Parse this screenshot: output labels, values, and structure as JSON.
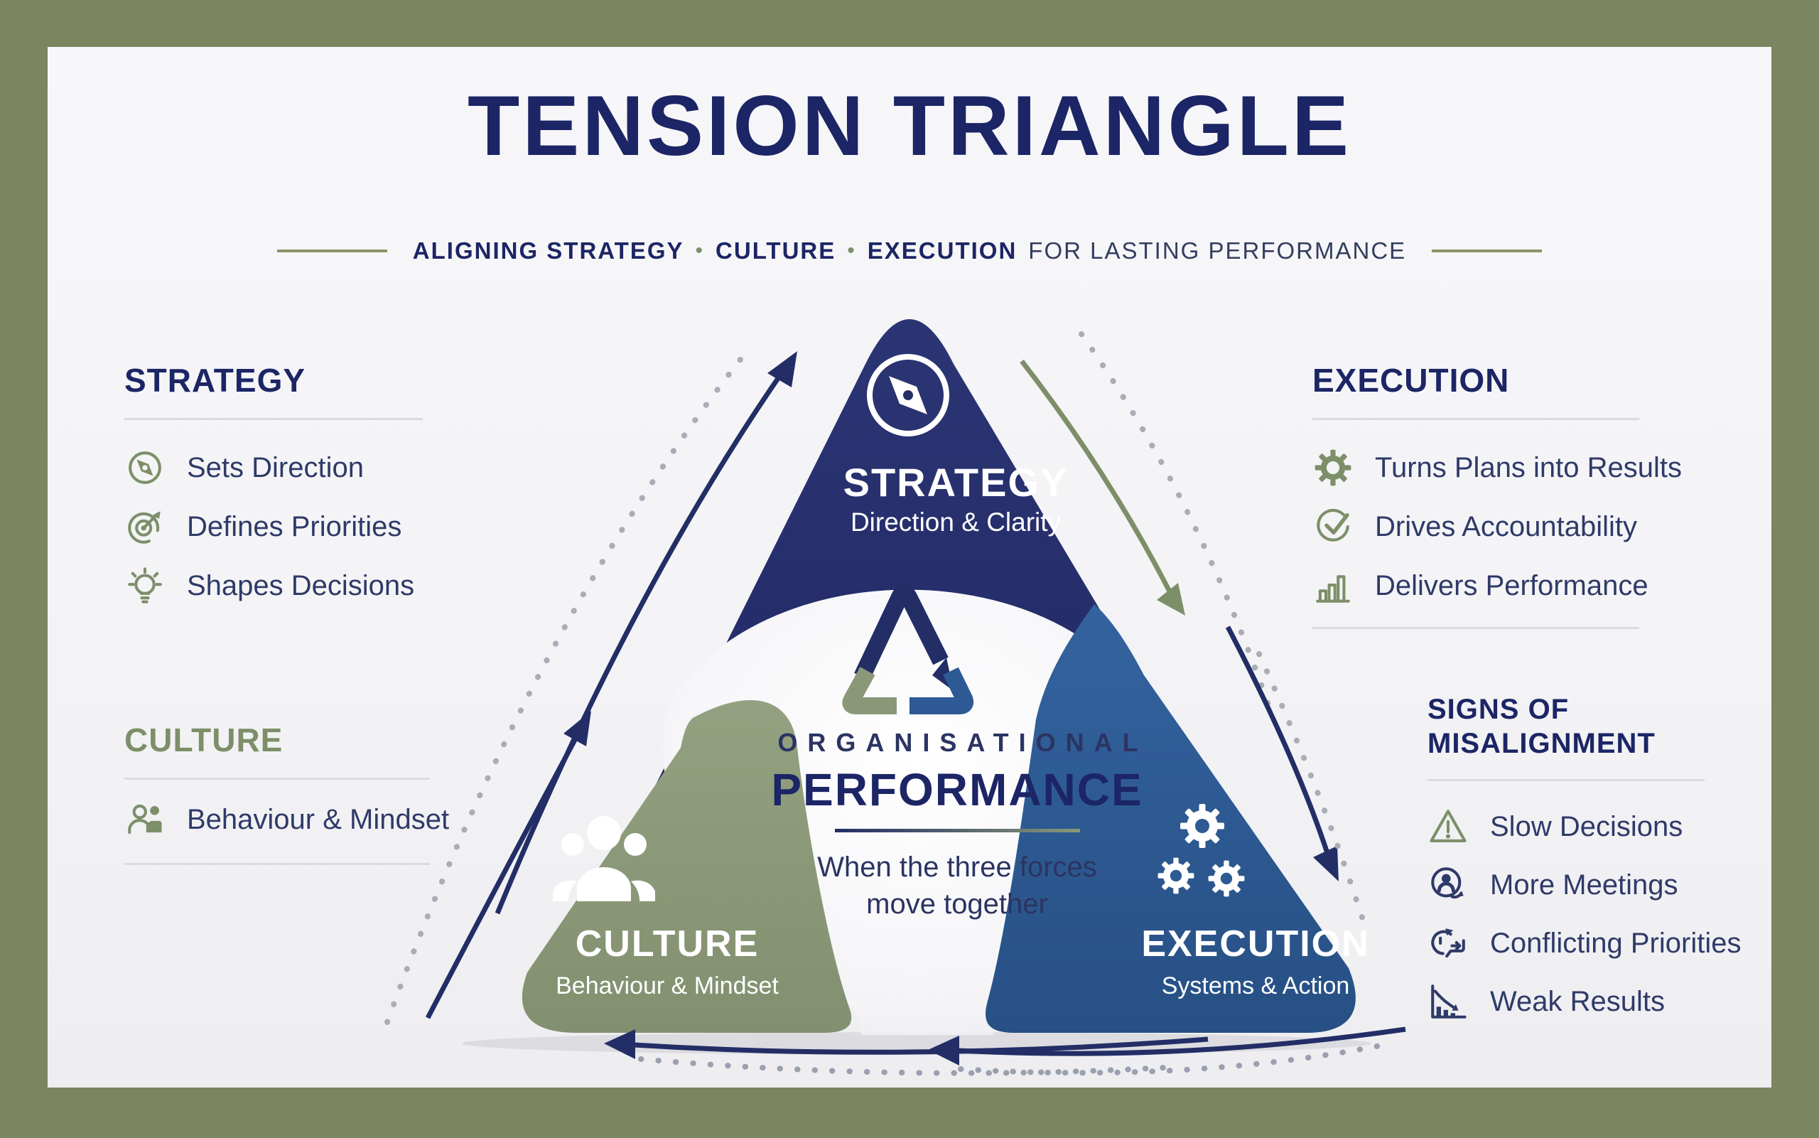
{
  "header": {
    "title": "TENSION TRIANGLE",
    "subtitle": {
      "part1": "ALIGNING STRATEGY",
      "dot": "•",
      "part2": "CULTURE",
      "part3": "EXECUTION",
      "rest": "FOR LASTING PERFORMANCE"
    }
  },
  "colors": {
    "border_olive": "#7b855f",
    "navy": "#232e66",
    "blue": "#2d5a94",
    "sage_green": "#8a9878",
    "icon_green": "#7d8f69",
    "heading_navy": "#1c2565",
    "text_navy": "#2f3a68",
    "canvas": "#f4f4f6"
  },
  "panels": {
    "strategy": {
      "heading": "STRATEGY",
      "items": [
        {
          "icon": "compass-icon",
          "label": "Sets Direction"
        },
        {
          "icon": "target-icon",
          "label": "Defines Priorities"
        },
        {
          "icon": "lightbulb-icon",
          "label": "Shapes Decisions"
        }
      ]
    },
    "culture": {
      "heading": "CULTURE",
      "items": [
        {
          "icon": "people-icon",
          "label": "Behaviour & Mindset"
        }
      ]
    },
    "execution": {
      "heading": "EXECUTION",
      "items": [
        {
          "icon": "gear-icon",
          "label": "Turns Plans into Results"
        },
        {
          "icon": "check-circle-icon",
          "label": "Drives Accountability"
        },
        {
          "icon": "bar-chart-icon",
          "label": "Delivers Performance"
        }
      ]
    },
    "misalignment": {
      "heading_line1": "SIGNS OF",
      "heading_line2": "MISALIGNMENT",
      "items": [
        {
          "icon": "warning-icon",
          "label": "Slow Decisions"
        },
        {
          "icon": "meeting-icon",
          "label": "More Meetings"
        },
        {
          "icon": "conflict-icon",
          "label": "Conflicting Priorities"
        },
        {
          "icon": "decline-chart-icon",
          "label": "Weak Results"
        }
      ]
    }
  },
  "triangle": {
    "strategy": {
      "label": "STRATEGY",
      "sublabel": "Direction & Clarity"
    },
    "culture": {
      "label": "CULTURE",
      "sublabel": "Behaviour & Mindset"
    },
    "execution": {
      "label": "EXECUTION",
      "sublabel": "Systems & Action"
    },
    "center": {
      "line1": "ORGANISATIONAL",
      "line2": "PERFORMANCE",
      "caption1": "When the three forces",
      "caption2": "move together"
    }
  }
}
